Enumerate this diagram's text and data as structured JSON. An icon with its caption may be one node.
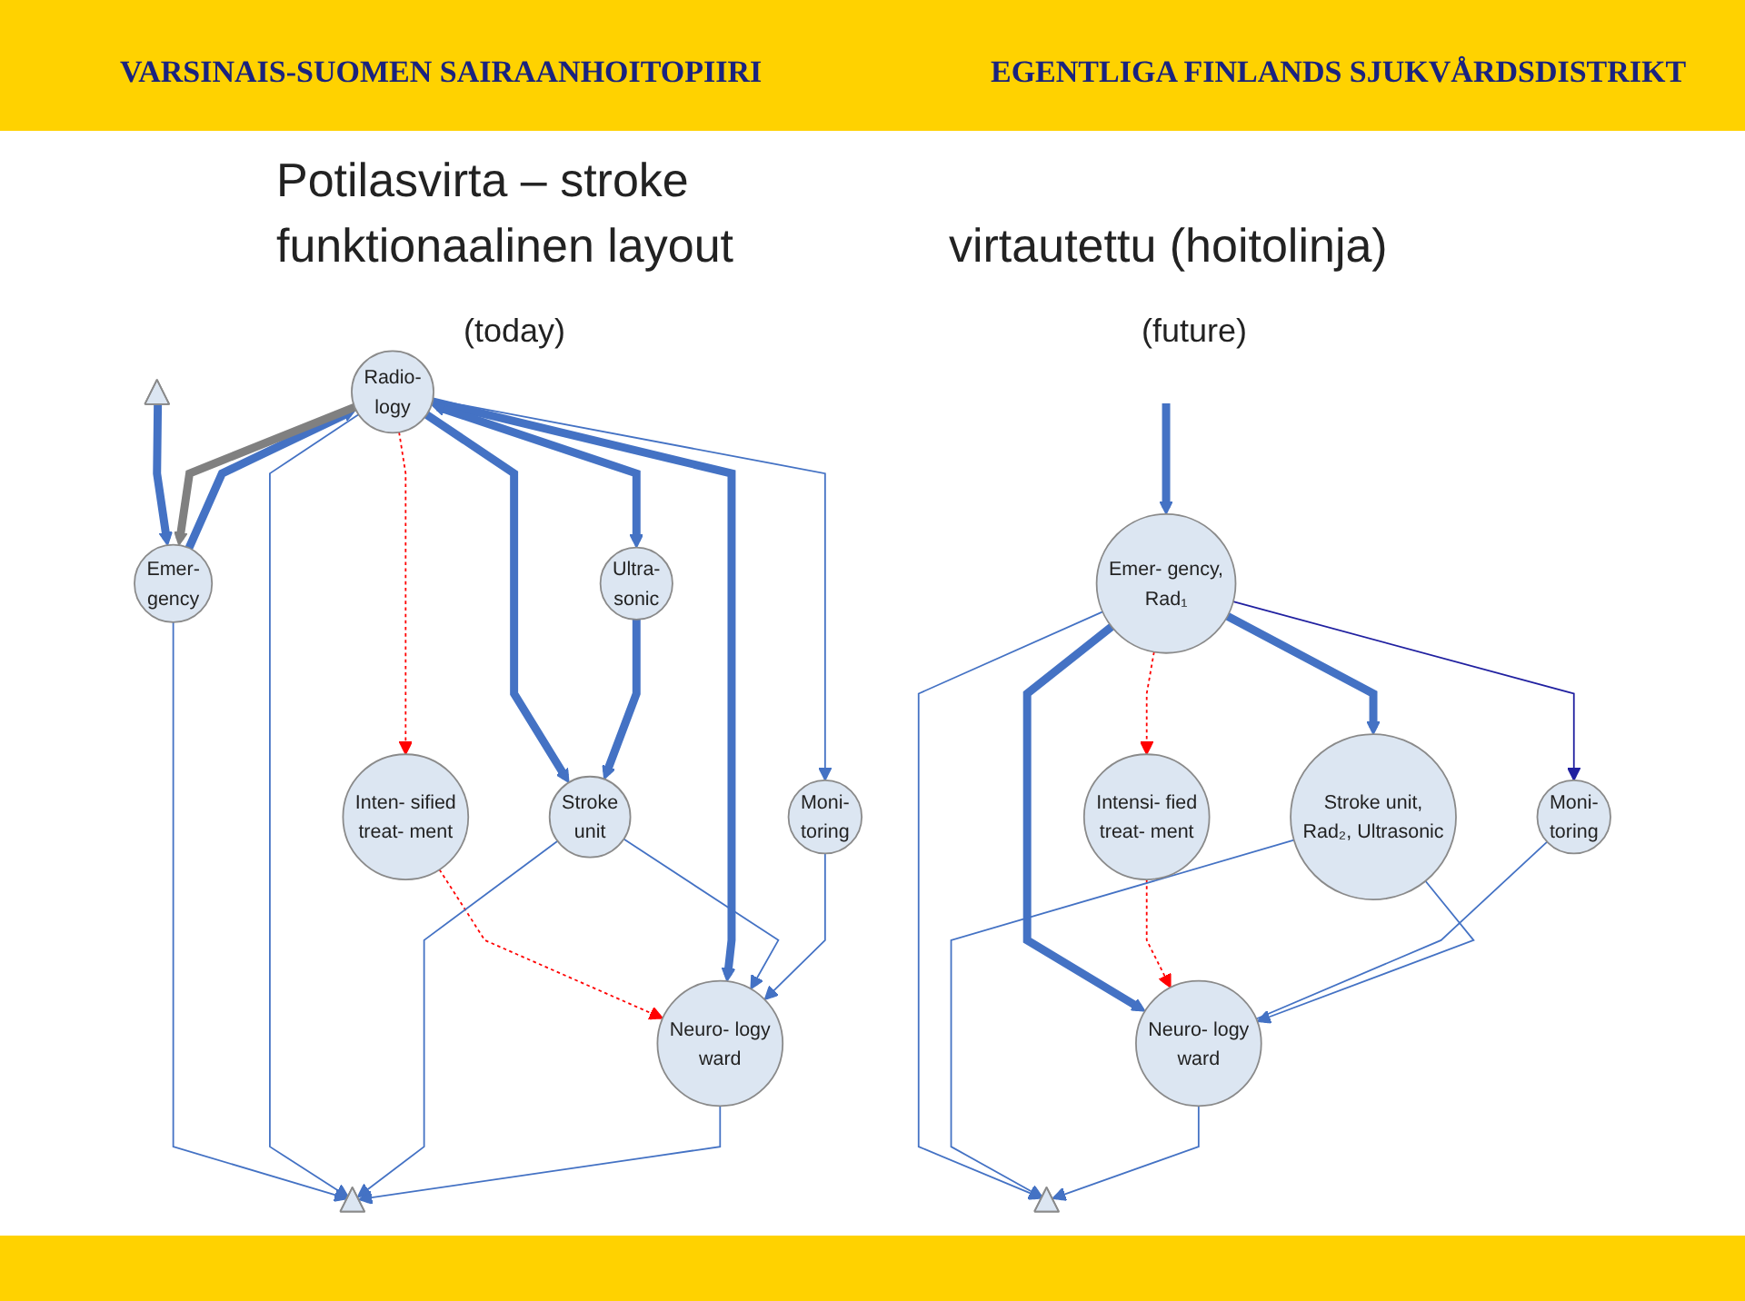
{
  "diagram": {
    "title": "Potilasvirta – stroke",
    "nodes": [
      {
        "text": [],
        "shape": "triangle"
      },
      {
        "text": [
          "Emer- gency"
        ]
      },
      {
        "text": [
          "Radio- logy"
        ]
      },
      {
        "text": [
          "Inten- sified treat- ment"
        ]
      },
      {
        "text": [
          "Moni- toring"
        ]
      },
      {
        "text": [
          "Ultra- sonic"
        ]
      },
      {
        "text": [
          "Stroke unit"
        ]
      },
      {
        "text": [
          "Neuro- logy ward"
        ]
      },
      {
        "text": [],
        "shape": "triangle"
      },
      {
        "text": [
          "Emer- gency, Rad₁"
        ]
      },
      {
        "text": [
          "Stroke unit, Rad₂, Ultrasonic"
        ]
      },
      {
        "text": [
          "Moni- toring"
        ]
      },
      {
        "text": [
          "Intensi- fied treat- ment"
        ]
      },
      {
        "text": [
          "Neuro- logy ward"
        ]
      },
      {
        "text": [],
        "shape": "triangle"
      }
    ],
    "edges": [
      {
        "from": 0,
        "to": 1,
        "arrow": "to",
        "style": "thick"
      },
      {
        "from": 1,
        "to": 2,
        "arrow": "to",
        "style": "thick"
      },
      {
        "from": 2,
        "to": 1,
        "arrow": "to",
        "style": "thick",
        "color": "#808080"
      },
      {
        "from": 1,
        "to": 8,
        "arrow": "to"
      },
      {
        "from": 2,
        "to": 3,
        "arrow": "to",
        "style": "dashed",
        "color": "#ff0000"
      },
      {
        "from": 3,
        "to": 7,
        "arrow": "to",
        "style": "dashed",
        "color": "#ff0000"
      },
      {
        "from": 2,
        "to": 6,
        "arrow": "to",
        "style": "thick"
      },
      {
        "from": 2,
        "to": 4,
        "arrow": "to"
      },
      {
        "from": 2,
        "to": 7,
        "arrow": "to",
        "style": "thick"
      },
      {
        "from": 2,
        "to": 8,
        "arrow": "to"
      },
      {
        "from": 2,
        "to": 5,
        "arrow": "both",
        "style": "thick"
      },
      {
        "from": 5,
        "to": 6,
        "arrow": "to",
        "style": "thick"
      },
      {
        "from": 6,
        "to": 7,
        "arrow": "to"
      },
      {
        "from": 4,
        "to": 7,
        "arrow": "to"
      },
      {
        "from": 6,
        "to": 8,
        "arrow": "to"
      },
      {
        "from": 7,
        "to": 8,
        "arrow": "to"
      },
      {
        "from": null,
        "to": 9,
        "arrow": "to",
        "style": "thick"
      },
      {
        "from": 9,
        "to": 10,
        "arrow": "to",
        "style": "thick"
      },
      {
        "from": 9,
        "to": 14,
        "arrow": "to"
      },
      {
        "from": 9,
        "to": 13,
        "arrow": "to",
        "style": "thick"
      },
      {
        "from": 9,
        "to": 11,
        "arrow": "to",
        "color": "#2020a0"
      },
      {
        "from": 9,
        "to": 12,
        "arrow": "to",
        "style": "dashed",
        "color": "#ff0000"
      },
      {
        "from": 12,
        "to": 13,
        "arrow": "to",
        "style": "dashed",
        "color": "#ff0000"
      },
      {
        "from": 11,
        "to": 13,
        "arrow": "none"
      },
      {
        "from": 10,
        "to": 13,
        "arrow": "to"
      },
      {
        "from": 10,
        "to": 14,
        "arrow": "to"
      },
      {
        "from": 13,
        "to": 14,
        "arrow": "to"
      }
    ],
    "labels": [
      "VARSINAIS-SUOMEN SAIRAANHOITOPIIRI",
      "EGENTLIGA FINLANDS SJUKVÅRDSDISTRIKT",
      "funktionaalinen layout",
      "virtautettu (hoitolinja)",
      "(today)",
      "(future)"
    ]
  }
}
